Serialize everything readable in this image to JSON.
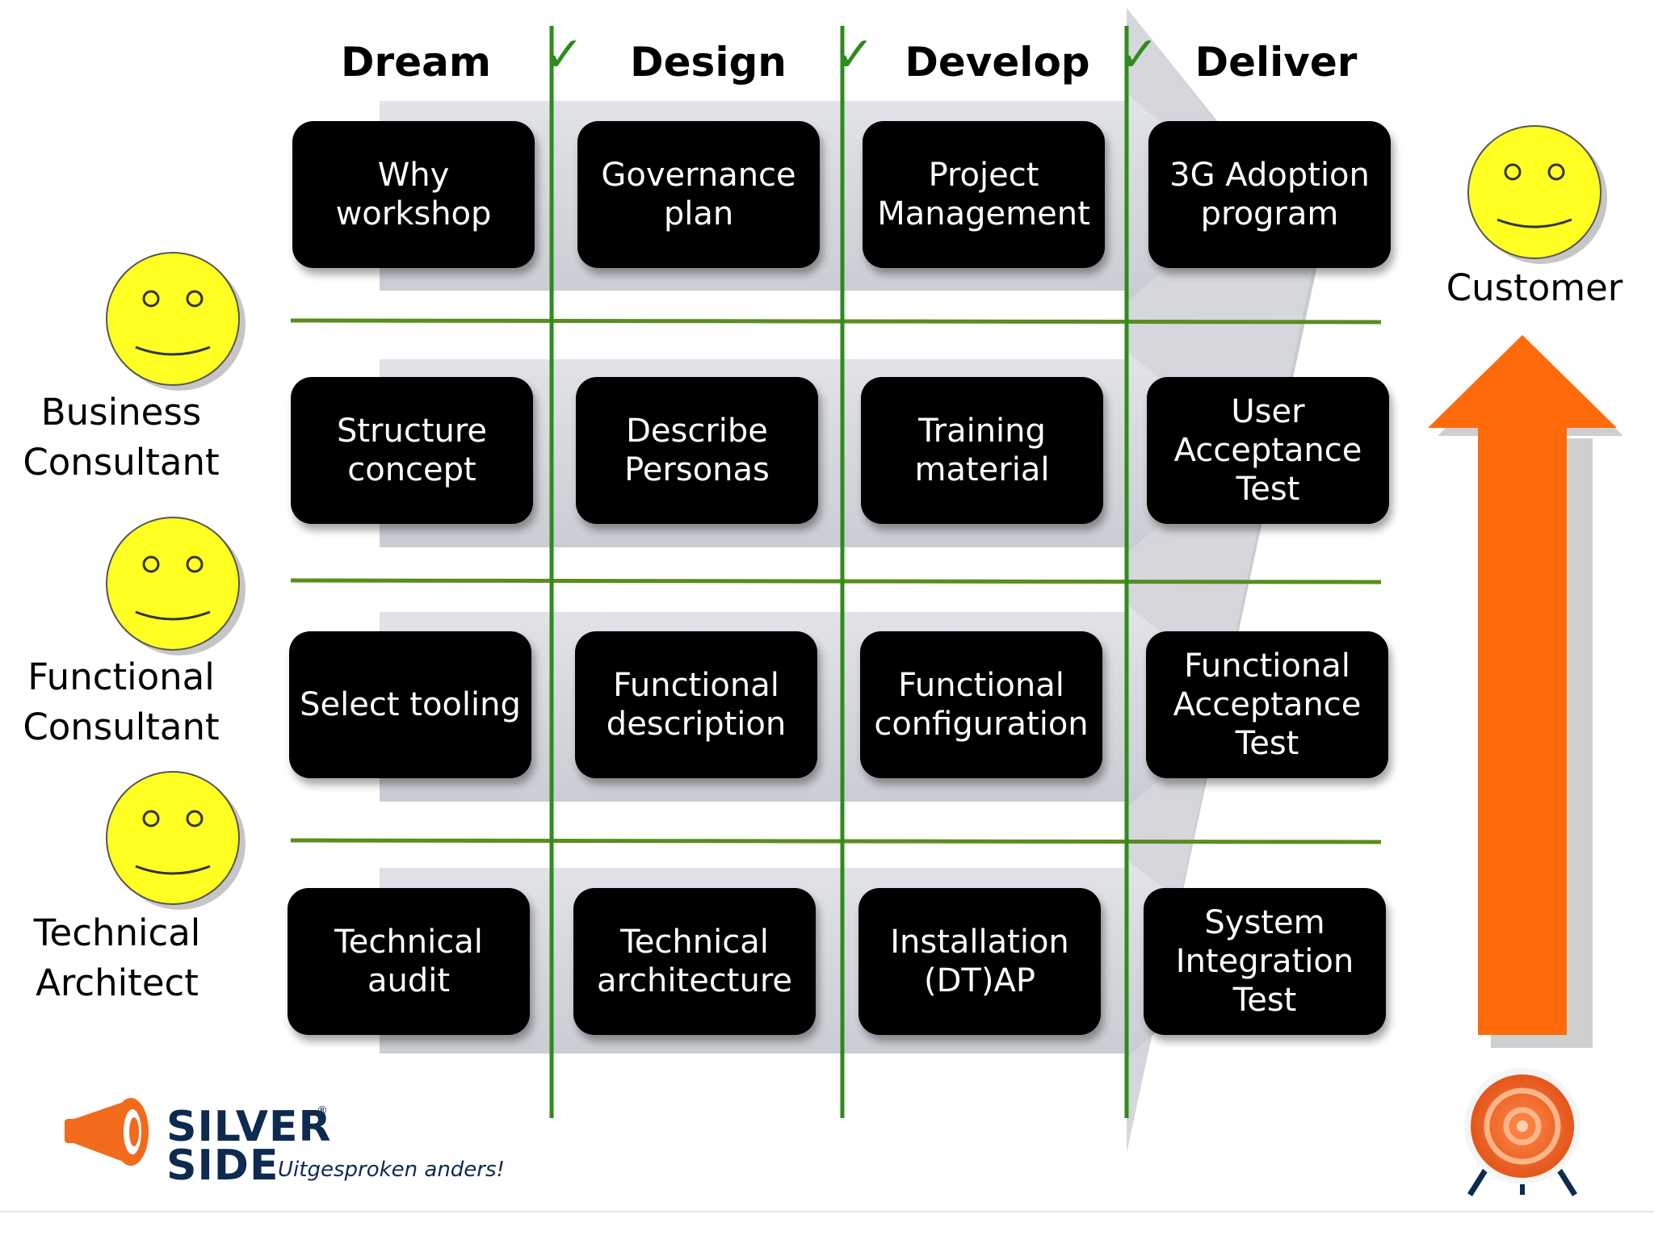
{
  "phases": [
    "Dream",
    "Design",
    "Develop",
    "Deliver"
  ],
  "grid": [
    [
      "Why\nworkshop",
      "Governance\nplan",
      "Project\nManagement",
      "3G Adoption\nprogram"
    ],
    [
      "Structure\nconcept",
      "Describe\nPersonas",
      "Training\nmaterial",
      "User\nAcceptance\nTest"
    ],
    [
      "Select tooling",
      "Functional\ndescription",
      "Functional\nconfiguration",
      "Functional\nAcceptance\nTest"
    ],
    [
      "Technical\naudit",
      "Technical\narchitecture",
      "Installation\n(DT)AP",
      "System\nIntegration\nTest"
    ]
  ],
  "roles": [
    "Business\nConsultant",
    "Functional\nConsultant",
    "Technical\nArchitect"
  ],
  "customer": "Customer",
  "check_glyph": "✓",
  "logo": {
    "line1": "SILVER",
    "line2": "SIDE",
    "tagline": "Uitgesproken anders!",
    "registered": "®"
  },
  "colors": {
    "box": "#000000",
    "box_text": "#ffffff",
    "divider": "#5b8c1f",
    "check": "#2e8b1e",
    "arrow_band": "#d4d6dc",
    "smiley": "#ffff22",
    "up_arrow": "#ff6a0a",
    "logo_orange": "#f26a1b",
    "logo_navy": "#0e2a4f"
  },
  "icons": [
    "smiley-icon",
    "up-arrow-icon",
    "target-icon",
    "megaphone-icon",
    "check-icon"
  ]
}
